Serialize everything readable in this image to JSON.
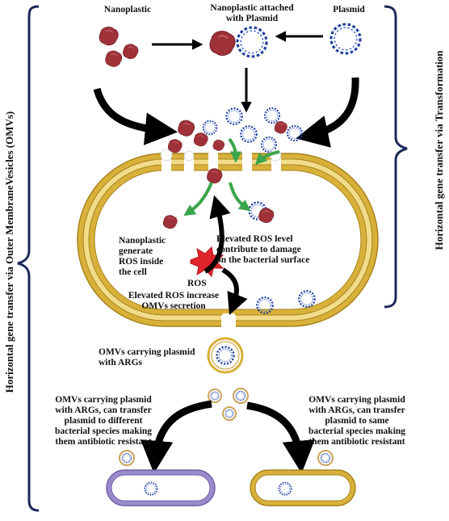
{
  "labels": {
    "nanoplastic": "Nanoplastic",
    "attached": "Nanoplastic attached\nwith Plasmid",
    "plasmid": "Plasmid",
    "generate_ros": "Nanoplastic\ngenerate\nROS inside\nthe cell",
    "elevated_ros_level": "Elevated ROS level\ncontribute to damage\non the bacterial surface",
    "ros": "ROS",
    "elevated_ros_increase": "Elevated ROS increase\nOMVs secretion",
    "omvs_carrying": "OMVs carrying plasmid\nwith ARGs",
    "transfer_different": "OMVs carrying plasmid\nwith ARGs, can transfer\nplasmid to different\nbacterial species making\nthem antibiotic resistant",
    "transfer_same": "OMVs carrying plasmid\nwith ARGs, can transfer\nplasmid to same\nbacterial species making\nthem antibiotic resistant",
    "side_left": "Horizontal gene transfer via  Outer MembraneVesicles (OMVs)",
    "side_right": "Horizontal gene transfer via Transformation"
  },
  "colors": {
    "nanoplastic": "#a0343a",
    "nanoplastic_dark": "#6e1d22",
    "plasmid": "#1f3f9e",
    "cell_gold": "#d8b13a",
    "cell_gold_dark": "#a8831e",
    "cell_purple": "#8f7fc2",
    "arrow_green": "#3aa54a",
    "arrow_black": "#000000",
    "ros_red": "#e0242c"
  }
}
